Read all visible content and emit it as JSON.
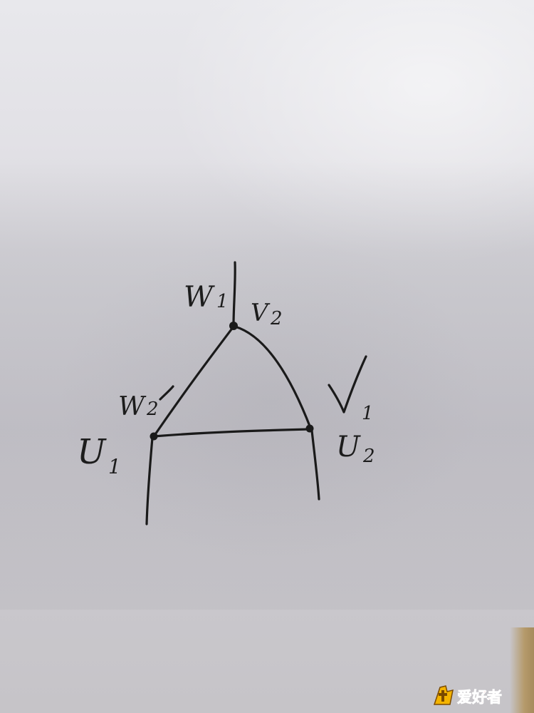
{
  "diagram": {
    "nodes": {
      "w1": "W",
      "w1_sub": "1",
      "v2": "V",
      "v2_sub": "2",
      "w2": "W",
      "w2_sub": "2",
      "u1": "U",
      "u1_sub": "1",
      "v1": "V",
      "v1_sub": "1",
      "u2": "U",
      "u2_sub": "2"
    }
  },
  "watermark": {
    "text": "爱好者",
    "brand_color": "#e1251b"
  }
}
